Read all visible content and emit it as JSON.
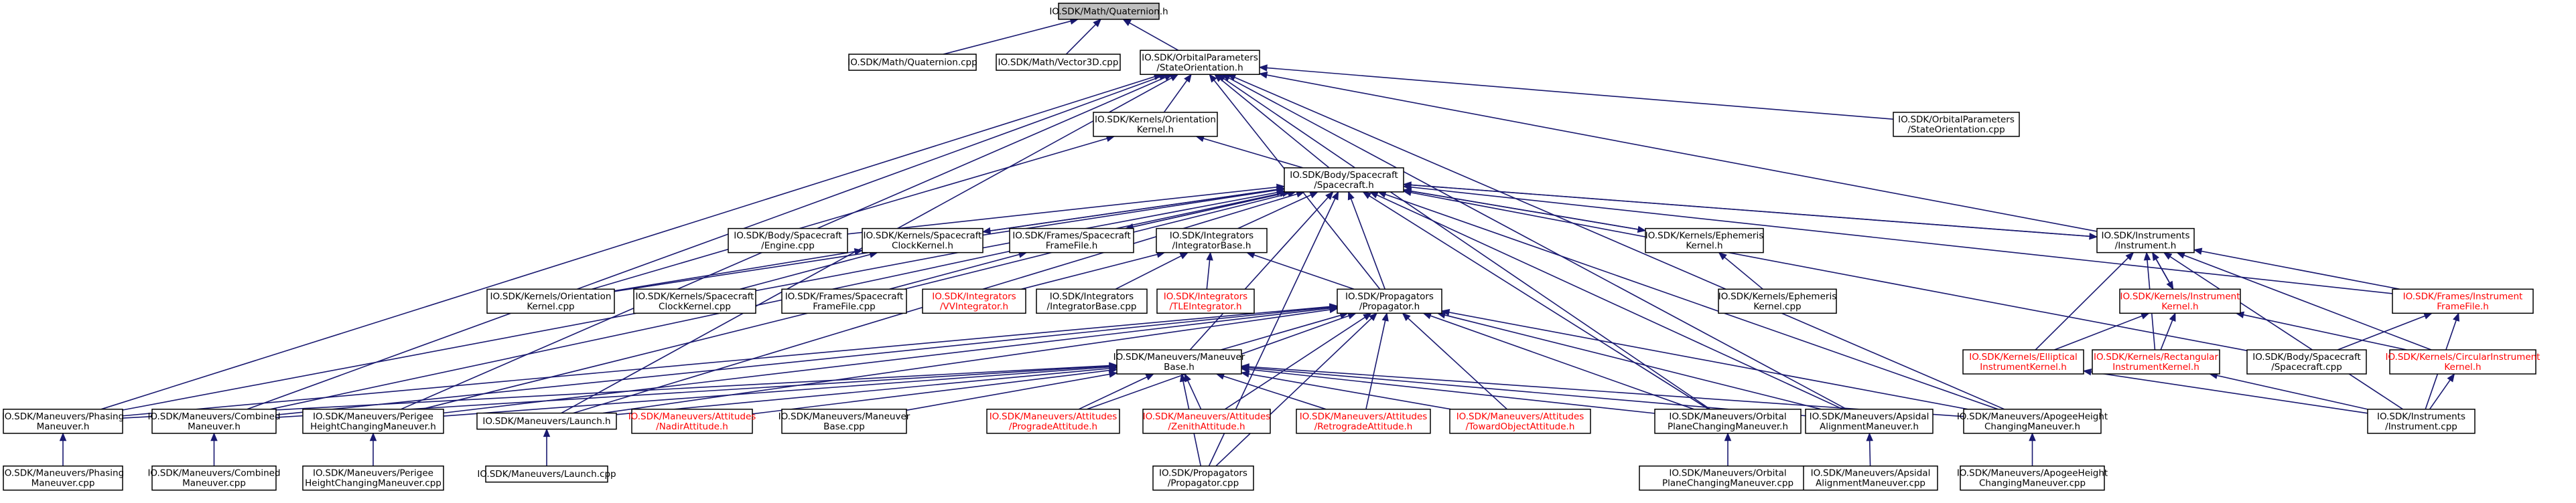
{
  "colors": {
    "edge": "#191970",
    "node_fill": "#ffffff",
    "root_fill": "#bfbfbf",
    "node_border": "#000000",
    "red_border": "#ff0000",
    "red_text": "#ff0000"
  },
  "nodes": [
    {
      "id": "quat_h",
      "lines": [
        "IO.SDK/Math/Quaternion.h"
      ],
      "kind": "root"
    },
    {
      "id": "quat_cpp",
      "lines": [
        "IO.SDK/Math/Quaternion.cpp"
      ]
    },
    {
      "id": "vec3d_h",
      "lines": [
        "IO.SDK/Math/Vector3D.cpp"
      ]
    },
    {
      "id": "stateori_h",
      "lines": [
        "IO.SDK/OrbitalParameters",
        "/StateOrientation.h"
      ]
    },
    {
      "id": "orikernel_h",
      "lines": [
        "IO.SDK/Kernels/Orientation",
        "Kernel.h"
      ]
    },
    {
      "id": "stateori_cpp",
      "lines": [
        "IO.SDK/OrbitalParameters",
        "/StateOrientation.cpp"
      ]
    },
    {
      "id": "spacecraft_h",
      "lines": [
        "IO.SDK/Body/Spacecraft",
        "/Spacecraft.h"
      ]
    },
    {
      "id": "engine_cpp",
      "lines": [
        "IO.SDK/Body/Spacecraft",
        "/Engine.cpp"
      ]
    },
    {
      "id": "scclock_h",
      "lines": [
        "IO.SDK/Kernels/Spacecraft",
        "ClockKernel.h"
      ]
    },
    {
      "id": "framefile_h",
      "lines": [
        "IO.SDK/Frames/Spacecraft",
        "FrameFile.h"
      ]
    },
    {
      "id": "integbase_h",
      "lines": [
        "IO.SDK/Integrators",
        "/IntegratorBase.h"
      ]
    },
    {
      "id": "ephem_h",
      "lines": [
        "IO.SDK/Kernels/Ephemeris",
        "Kernel.h"
      ]
    },
    {
      "id": "instrument_h",
      "lines": [
        "IO.SDK/Instruments",
        "/Instrument.h"
      ]
    },
    {
      "id": "orikernel_cpp",
      "lines": [
        "IO.SDK/Kernels/Orientation",
        "Kernel.cpp"
      ]
    },
    {
      "id": "scclock_cpp",
      "lines": [
        "IO.SDK/Kernels/Spacecraft",
        "ClockKernel.cpp"
      ]
    },
    {
      "id": "framefile_cpp",
      "lines": [
        "IO.SDK/Frames/Spacecraft",
        "FrameFile.cpp"
      ]
    },
    {
      "id": "vvint_h",
      "lines": [
        "IO.SDK/Integrators",
        "/VVIntegrator.h"
      ],
      "kind": "red"
    },
    {
      "id": "integbase_cpp",
      "lines": [
        "IO.SDK/Integrators",
        "/IntegratorBase.cpp"
      ]
    },
    {
      "id": "tleint_h",
      "lines": [
        "IO.SDK/Integrators",
        "/TLEIntegrator.h"
      ],
      "kind": "red"
    },
    {
      "id": "propagator_h",
      "lines": [
        "IO.SDK/Propagators",
        "/Propagator.h"
      ]
    },
    {
      "id": "ephem_cpp",
      "lines": [
        "IO.SDK/Kernels/Ephemeris",
        "Kernel.cpp"
      ]
    },
    {
      "id": "instkernel_h",
      "lines": [
        "IO.SDK/Kernels/Instrument",
        "Kernel.h"
      ],
      "kind": "red"
    },
    {
      "id": "instframe_h",
      "lines": [
        "IO.SDK/Frames/Instrument",
        "FrameFile.h"
      ],
      "kind": "red"
    },
    {
      "id": "maneuverbase_h",
      "lines": [
        "IO.SDK/Maneuvers/Maneuver",
        "Base.h"
      ]
    },
    {
      "id": "elliptical_h",
      "lines": [
        "IO.SDK/Kernels/Elliptical",
        "InstrumentKernel.h"
      ],
      "kind": "red"
    },
    {
      "id": "rectangular_h",
      "lines": [
        "IO.SDK/Kernels/Rectangular",
        "InstrumentKernel.h"
      ],
      "kind": "red"
    },
    {
      "id": "spacecraft_cpp",
      "lines": [
        "IO.SDK/Body/Spacecraft",
        "/Spacecraft.cpp"
      ]
    },
    {
      "id": "circular_h",
      "lines": [
        "IO.SDK/Kernels/CircularInstrument",
        "Kernel.h"
      ],
      "kind": "red"
    },
    {
      "id": "phasing_h",
      "lines": [
        "IO.SDK/Maneuvers/Phasing",
        "Maneuver.h"
      ]
    },
    {
      "id": "combined_h",
      "lines": [
        "IO.SDK/Maneuvers/Combined",
        "Maneuver.h"
      ]
    },
    {
      "id": "perigee_h",
      "lines": [
        "IO.SDK/Maneuvers/Perigee",
        "HeightChangingManeuver.h"
      ]
    },
    {
      "id": "launch_h",
      "lines": [
        "IO.SDK/Maneuvers/Launch.h"
      ]
    },
    {
      "id": "nadir_h",
      "lines": [
        "IO.SDK/Maneuvers/Attitudes",
        "/NadirAttitude.h"
      ],
      "kind": "red"
    },
    {
      "id": "maneuverbase_cpp",
      "lines": [
        "IO.SDK/Maneuvers/Maneuver",
        "Base.cpp"
      ]
    },
    {
      "id": "prograde_h",
      "lines": [
        "IO.SDK/Maneuvers/Attitudes",
        "/ProgradeAttitude.h"
      ],
      "kind": "red"
    },
    {
      "id": "zenith_h",
      "lines": [
        "IO.SDK/Maneuvers/Attitudes",
        "/ZenithAttitude.h"
      ],
      "kind": "red"
    },
    {
      "id": "retrograde_h",
      "lines": [
        "IO.SDK/Maneuvers/Attitudes",
        "/RetrogradeAttitude.h"
      ],
      "kind": "red"
    },
    {
      "id": "toward_h",
      "lines": [
        "IO.SDK/Maneuvers/Attitudes",
        "/TowardObjectAttitude.h"
      ],
      "kind": "red"
    },
    {
      "id": "orbplane_h",
      "lines": [
        "IO.SDK/Maneuvers/Orbital",
        "PlaneChangingManeuver.h"
      ]
    },
    {
      "id": "apsidal_h",
      "lines": [
        "IO.SDK/Maneuvers/Apsidal",
        "AlignmentManeuver.h"
      ]
    },
    {
      "id": "apogee_h",
      "lines": [
        "IO.SDK/Maneuvers/ApogeeHeight",
        "ChangingManeuver.h"
      ]
    },
    {
      "id": "instrument_cpp",
      "lines": [
        "IO.SDK/Instruments",
        "/Instrument.cpp"
      ]
    },
    {
      "id": "phasing_cpp",
      "lines": [
        "IO.SDK/Maneuvers/Phasing",
        "Maneuver.cpp"
      ]
    },
    {
      "id": "combined_cpp",
      "lines": [
        "IO.SDK/Maneuvers/Combined",
        "Maneuver.cpp"
      ]
    },
    {
      "id": "perigee_cpp",
      "lines": [
        "IO.SDK/Maneuvers/Perigee",
        "HeightChangingManeuver.cpp"
      ]
    },
    {
      "id": "launch_cpp",
      "lines": [
        "IO.SDK/Maneuvers/Launch.cpp"
      ]
    },
    {
      "id": "propagator_cpp",
      "lines": [
        "IO.SDK/Propagators",
        "/Propagator.cpp"
      ]
    },
    {
      "id": "orbplane_cpp",
      "lines": [
        "IO.SDK/Maneuvers/Orbital",
        "PlaneChangingManeuver.cpp"
      ]
    },
    {
      "id": "apsidal_cpp",
      "lines": [
        "IO.SDK/Maneuvers/Apsidal",
        "AlignmentManeuver.cpp"
      ]
    },
    {
      "id": "apogee_cpp",
      "lines": [
        "IO.SDK/Maneuvers/ApogeeHeight",
        "ChangingManeuver.cpp"
      ]
    }
  ],
  "edges": [
    [
      "quat_h",
      "quat_cpp"
    ],
    [
      "quat_h",
      "vec3d_h"
    ],
    [
      "quat_h",
      "stateori_h"
    ],
    [
      "stateori_h",
      "orikernel_h"
    ],
    [
      "stateori_h",
      "stateori_cpp"
    ],
    [
      "stateori_h",
      "spacecraft_h"
    ],
    [
      "stateori_h",
      "phasing_h"
    ],
    [
      "stateori_h",
      "combined_h"
    ],
    [
      "stateori_h",
      "perigee_h"
    ],
    [
      "stateori_h",
      "launch_h"
    ],
    [
      "stateori_h",
      "propagator_h"
    ],
    [
      "stateori_h",
      "apsidal_h"
    ],
    [
      "stateori_h",
      "apogee_h"
    ],
    [
      "stateori_h",
      "instrument_h"
    ],
    [
      "stateori_h",
      "orbplane_h"
    ],
    [
      "orikernel_h",
      "spacecraft_h"
    ],
    [
      "orikernel_h",
      "orikernel_cpp"
    ],
    [
      "spacecraft_h",
      "engine_cpp"
    ],
    [
      "spacecraft_h",
      "scclock_h"
    ],
    [
      "spacecraft_h",
      "framefile_h"
    ],
    [
      "spacecraft_h",
      "integbase_h"
    ],
    [
      "spacecraft_h",
      "ephem_h"
    ],
    [
      "spacecraft_h",
      "instrument_h"
    ],
    [
      "spacecraft_h",
      "orikernel_cpp"
    ],
    [
      "spacecraft_h",
      "propagator_h"
    ],
    [
      "spacecraft_h",
      "maneuverbase_h"
    ],
    [
      "spacecraft_h",
      "instframe_h"
    ],
    [
      "spacecraft_h",
      "spacecraft_cpp"
    ],
    [
      "spacecraft_h",
      "phasing_h"
    ],
    [
      "spacecraft_h",
      "combined_h"
    ],
    [
      "spacecraft_h",
      "perigee_h"
    ],
    [
      "spacecraft_h",
      "launch_h"
    ],
    [
      "spacecraft_h",
      "orbplane_h"
    ],
    [
      "spacecraft_h",
      "apsidal_h"
    ],
    [
      "spacecraft_h",
      "apogee_h"
    ],
    [
      "spacecraft_h",
      "propagator_cpp"
    ],
    [
      "scclock_h",
      "spacecraft_h"
    ],
    [
      "scclock_h",
      "scclock_cpp"
    ],
    [
      "scclock_h",
      "orikernel_cpp"
    ],
    [
      "framefile_h",
      "spacecraft_h"
    ],
    [
      "framefile_h",
      "framefile_cpp"
    ],
    [
      "integbase_h",
      "vvint_h"
    ],
    [
      "integbase_h",
      "integbase_cpp"
    ],
    [
      "integbase_h",
      "tleint_h"
    ],
    [
      "integbase_h",
      "propagator_h"
    ],
    [
      "ephem_h",
      "spacecraft_h"
    ],
    [
      "ephem_h",
      "ephem_cpp"
    ],
    [
      "instrument_h",
      "spacecraft_h"
    ],
    [
      "instrument_h",
      "instkernel_h"
    ],
    [
      "instrument_h",
      "instframe_h"
    ],
    [
      "instrument_h",
      "elliptical_h"
    ],
    [
      "instrument_h",
      "rectangular_h"
    ],
    [
      "instrument_h",
      "circular_h"
    ],
    [
      "instrument_h",
      "instrument_cpp"
    ],
    [
      "instkernel_h",
      "instrument_h"
    ],
    [
      "instkernel_h",
      "elliptical_h"
    ],
    [
      "instkernel_h",
      "rectangular_h"
    ],
    [
      "instkernel_h",
      "circular_h"
    ],
    [
      "instframe_h",
      "spacecraft_cpp"
    ],
    [
      "instframe_h",
      "instrument_cpp"
    ],
    [
      "elliptical_h",
      "instrument_cpp"
    ],
    [
      "rectangular_h",
      "instrument_cpp"
    ],
    [
      "circular_h",
      "instrument_cpp"
    ],
    [
      "propagator_h",
      "maneuverbase_h"
    ],
    [
      "propagator_h",
      "phasing_h"
    ],
    [
      "propagator_h",
      "combined_h"
    ],
    [
      "propagator_h",
      "perigee_h"
    ],
    [
      "propagator_h",
      "launch_h"
    ],
    [
      "propagator_h",
      "prograde_h"
    ],
    [
      "propagator_h",
      "zenith_h"
    ],
    [
      "propagator_h",
      "retrograde_h"
    ],
    [
      "propagator_h",
      "toward_h"
    ],
    [
      "propagator_h",
      "orbplane_h"
    ],
    [
      "propagator_h",
      "apsidal_h"
    ],
    [
      "propagator_h",
      "apogee_h"
    ],
    [
      "propagator_h",
      "propagator_cpp"
    ],
    [
      "maneuverbase_h",
      "phasing_h"
    ],
    [
      "maneuverbase_h",
      "combined_h"
    ],
    [
      "maneuverbase_h",
      "perigee_h"
    ],
    [
      "maneuverbase_h",
      "launch_h"
    ],
    [
      "maneuverbase_h",
      "nadir_h"
    ],
    [
      "maneuverbase_h",
      "maneuverbase_cpp"
    ],
    [
      "maneuverbase_h",
      "prograde_h"
    ],
    [
      "maneuverbase_h",
      "zenith_h"
    ],
    [
      "maneuverbase_h",
      "retrograde_h"
    ],
    [
      "maneuverbase_h",
      "toward_h"
    ],
    [
      "maneuverbase_h",
      "orbplane_h"
    ],
    [
      "maneuverbase_h",
      "apsidal_h"
    ],
    [
      "maneuverbase_h",
      "apogee_h"
    ],
    [
      "maneuverbase_h",
      "propagator_cpp"
    ],
    [
      "phasing_h",
      "phasing_cpp"
    ],
    [
      "combined_h",
      "combined_cpp"
    ],
    [
      "perigee_h",
      "perigee_cpp"
    ],
    [
      "launch_h",
      "launch_cpp"
    ],
    [
      "orbplane_h",
      "orbplane_cpp"
    ],
    [
      "apsidal_h",
      "apsidal_cpp"
    ],
    [
      "apogee_h",
      "apogee_cpp"
    ]
  ]
}
